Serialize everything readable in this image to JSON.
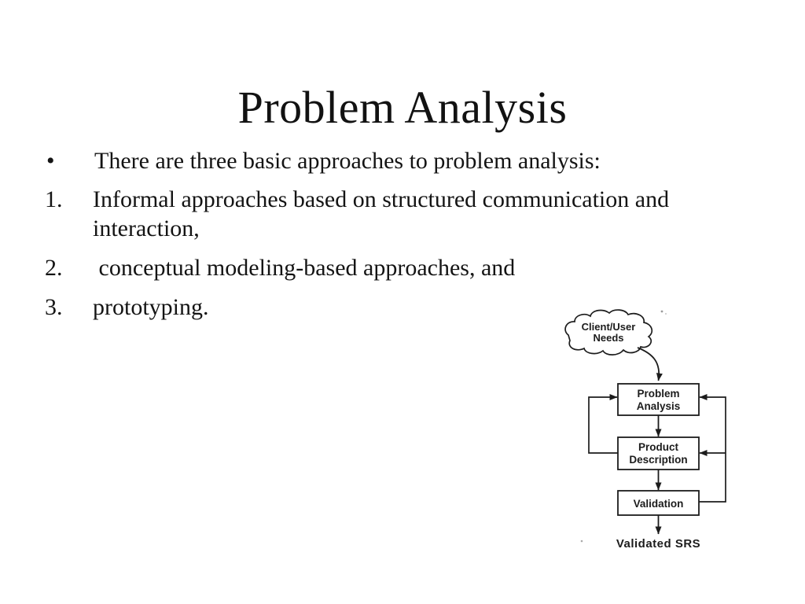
{
  "slide": {
    "title": "Problem Analysis",
    "bullet": {
      "marker": "•",
      "text": "There are three basic approaches to problem analysis:"
    },
    "items": [
      {
        "marker": "1.",
        "lines": [
          "Informal approaches based on structured communication and",
          "interaction,"
        ]
      },
      {
        "marker": "2.",
        "lines": [
          " conceptual modeling-based approaches, and"
        ]
      },
      {
        "marker": "3.",
        "lines": [
          "prototyping."
        ]
      }
    ]
  },
  "diagram": {
    "cloud": {
      "line1": "Client/User",
      "line2": "Needs"
    },
    "boxes": [
      {
        "line1": "Problem",
        "line2": "Analysis"
      },
      {
        "line1": "Product",
        "line2": "Description"
      },
      {
        "line1": "Validation"
      }
    ],
    "output_label": "Validated SRS",
    "connections": [
      {
        "from": "Client/User Needs",
        "to": "Problem Analysis",
        "type": "flow"
      },
      {
        "from": "Problem Analysis",
        "to": "Product Description",
        "type": "flow"
      },
      {
        "from": "Product Description",
        "to": "Validation",
        "type": "flow"
      },
      {
        "from": "Validation",
        "to": "Validated SRS",
        "type": "flow"
      },
      {
        "from": "Product Description",
        "to": "Problem Analysis",
        "type": "feedback"
      },
      {
        "from": "Validation",
        "to": "Problem Analysis",
        "type": "feedback"
      },
      {
        "from": "Validation",
        "to": "Product Description",
        "type": "feedback"
      }
    ]
  },
  "colors": {
    "background": "#ffffff",
    "text": "#141414",
    "diagram_ink": "#1c1c1c"
  }
}
